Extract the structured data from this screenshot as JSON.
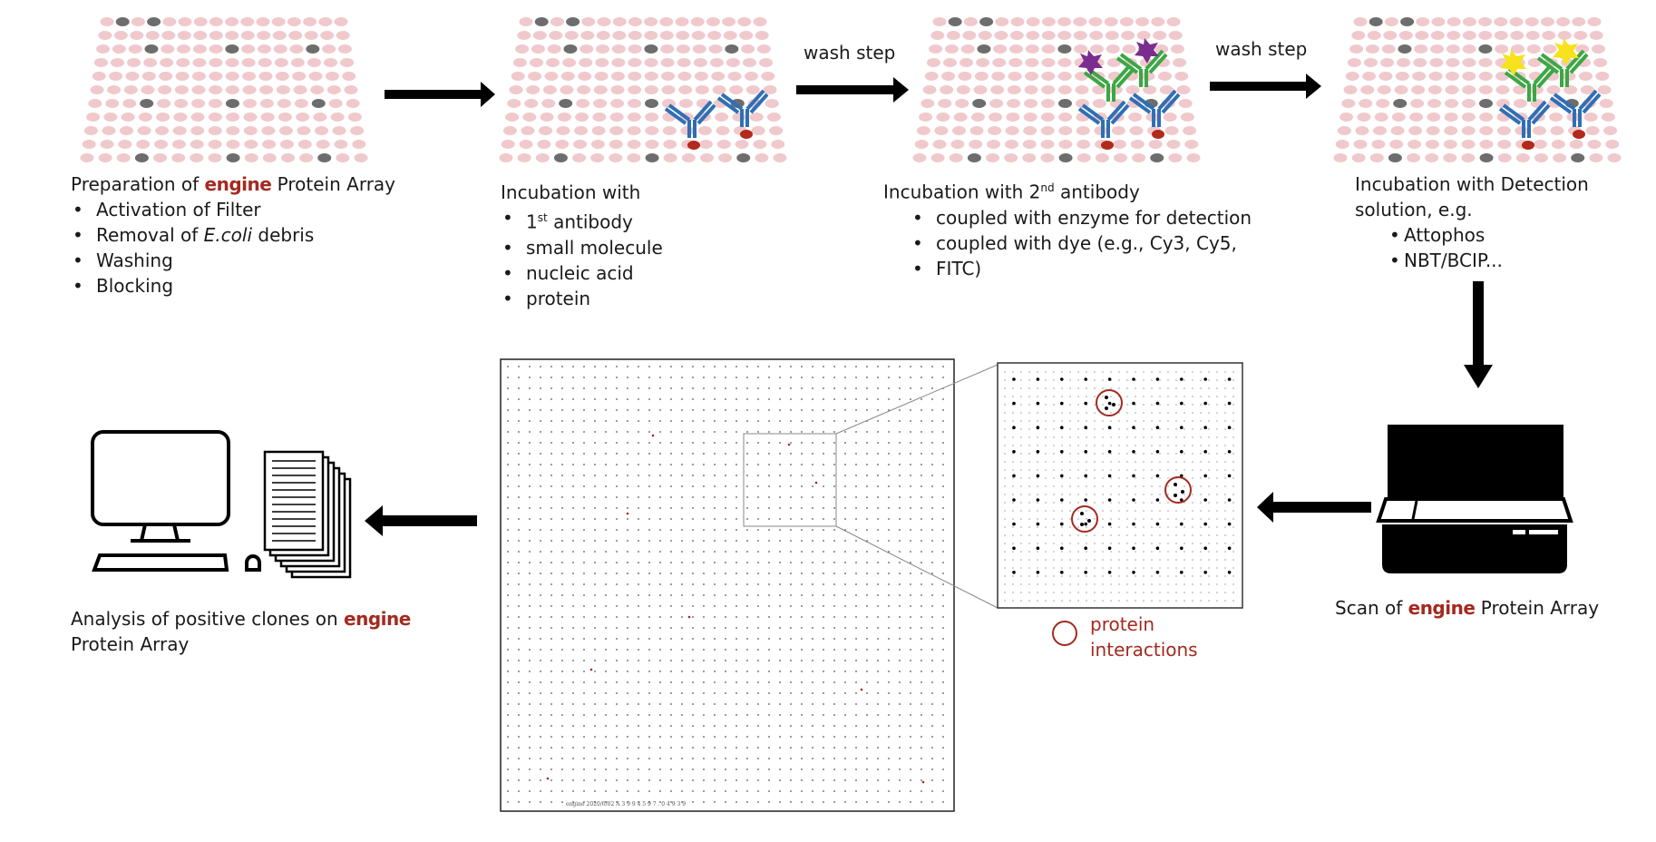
{
  "brand": "engine",
  "steps": {
    "preparation": {
      "title_prefix": "Preparation of",
      "title_suffix": "Protein Array",
      "items": [
        "Activation of Filter",
        "Removal of",
        "E.coli",
        "debris",
        "Washing",
        "Blocking"
      ]
    },
    "incubation1": {
      "title": "Incubation with",
      "first_antibody_num": "1",
      "first_antibody_sup": "st",
      "first_antibody_rest": "antibody",
      "items": [
        "small molecule",
        "nucleic acid",
        "protein"
      ]
    },
    "incubation2": {
      "title_prefix": "Incubation with 2",
      "title_sup": "nd",
      "title_suffix": "antibody",
      "items": [
        "coupled with enzyme for detection",
        "coupled with dye (e.g., Cy3, Cy5,",
        "FITC)"
      ]
    },
    "detection": {
      "title_line1": "Incubation with Detection",
      "title_line2": "solution, e.g.",
      "items": [
        "Attophos",
        "NBT/BCIP..."
      ]
    },
    "scan": {
      "prefix": "Scan of",
      "suffix": "Protein Array"
    },
    "analysis": {
      "line1_prefix": "Analysis of positive clones on",
      "line2": "Protein Array"
    }
  },
  "wash_steps": [
    "wash step",
    "wash step"
  ],
  "legend": {
    "line1": "protein",
    "line2": "interactions"
  },
  "array_footer": "engine  2020/6/02 A 3 9 9 4 5 9 7 . 0 4 9 3 9",
  "colors": {
    "brand_red": "#a32a20",
    "spot_pink": "#f0c9cd",
    "spot_gray": "#6d6d6d",
    "antibody_blue": "#2f6fb5",
    "antibody_green": "#3aa843",
    "enzyme_purple": "#7a2d8f",
    "dye_yellow": "#f7e21b",
    "bead_red": "#b22a1c"
  }
}
